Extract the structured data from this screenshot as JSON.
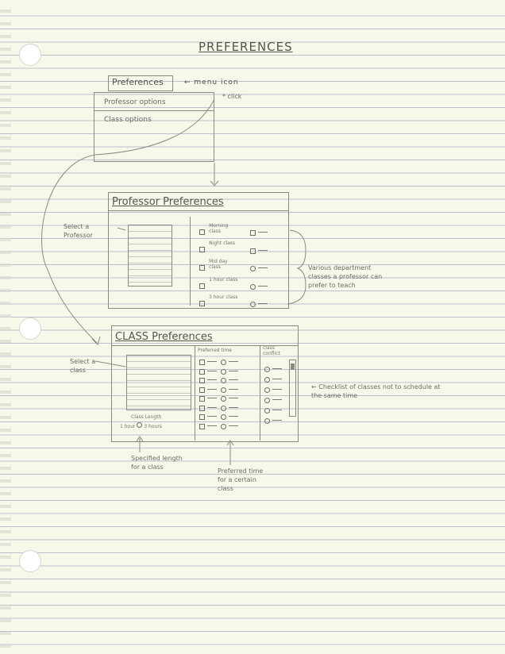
{
  "page_title": "PREFERENCES",
  "menu": {
    "button_label": "Preferences",
    "annotation": "← menu icon",
    "click_note": "* click",
    "items": [
      "Professor options",
      "Class options"
    ]
  },
  "professor_window": {
    "title": "Professor Preferences",
    "select_note": "Select a Professor",
    "checkbox_items": [
      "Morning class",
      "Night class",
      "Mid day class",
      "1 hour class",
      "3 hour class"
    ],
    "side_note": "Various department classes a professor can prefer to teach"
  },
  "class_window": {
    "title": "CLASS Preferences",
    "col_preferred": "Preferred time",
    "col_conflict": "class conflict",
    "select_note": "Select a class",
    "length_label": "Class Length",
    "length_option_a": "1 hour",
    "length_option_b": "3 hours",
    "checklist_note": "← Checklist of classes not to schedule at the same time",
    "length_note": "Specified length for a class",
    "time_note": "Preferred time for a certain class"
  }
}
